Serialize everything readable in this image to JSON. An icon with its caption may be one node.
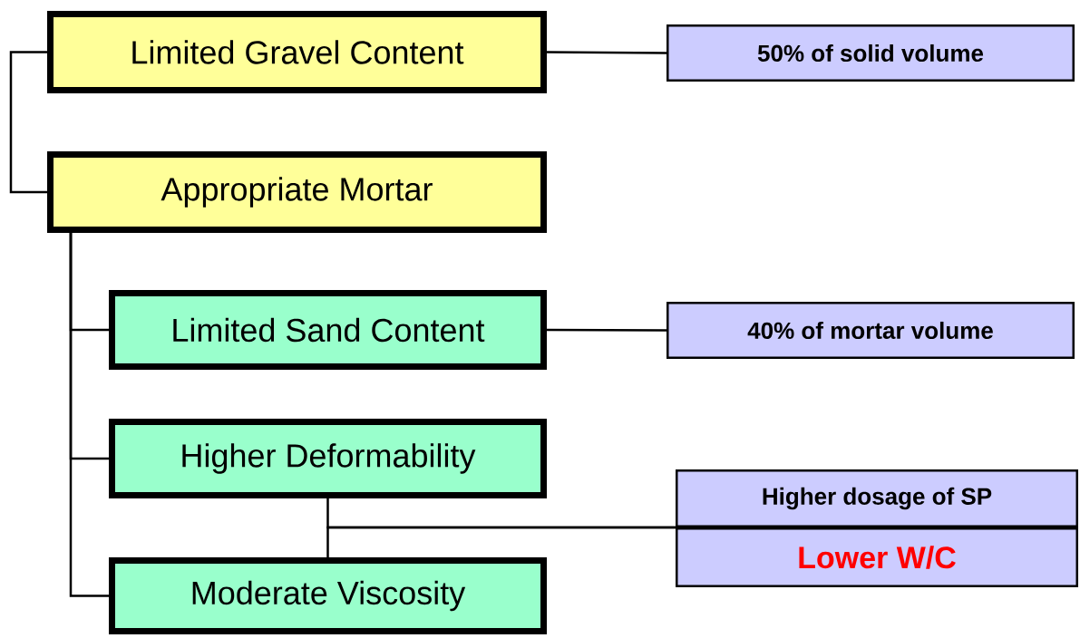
{
  "diagram": {
    "nodes": [
      {
        "text": [
          "Limited Gravel Content"
        ]
      },
      {
        "text": [
          "Appropriate Mortar"
        ]
      },
      {
        "text": [
          "Limited Sand Content"
        ]
      },
      {
        "text": [
          "Higher Deformability"
        ]
      },
      {
        "text": [
          "Moderate Viscosity"
        ]
      },
      {
        "text": [
          "50% of solid volume"
        ]
      },
      {
        "text": [
          "40% of mortar volume"
        ]
      },
      {
        "text": [
          "Higher dosage of SP"
        ]
      },
      {
        "text": [
          "Lower W/C"
        ]
      }
    ],
    "edges": [
      {
        "from": 0,
        "to": 1,
        "arrow": "none"
      },
      {
        "from": 1,
        "to": 2,
        "arrow": "none"
      },
      {
        "from": 1,
        "to": 3,
        "arrow": "none"
      },
      {
        "from": 1,
        "to": 4,
        "arrow": "none"
      },
      {
        "from": 0,
        "to": 5,
        "arrow": "none"
      },
      {
        "from": 2,
        "to": 6,
        "arrow": "none"
      },
      {
        "from": 3,
        "to": 7,
        "arrow": "none"
      },
      {
        "from": 4,
        "to": 7,
        "arrow": "none"
      }
    ]
  }
}
